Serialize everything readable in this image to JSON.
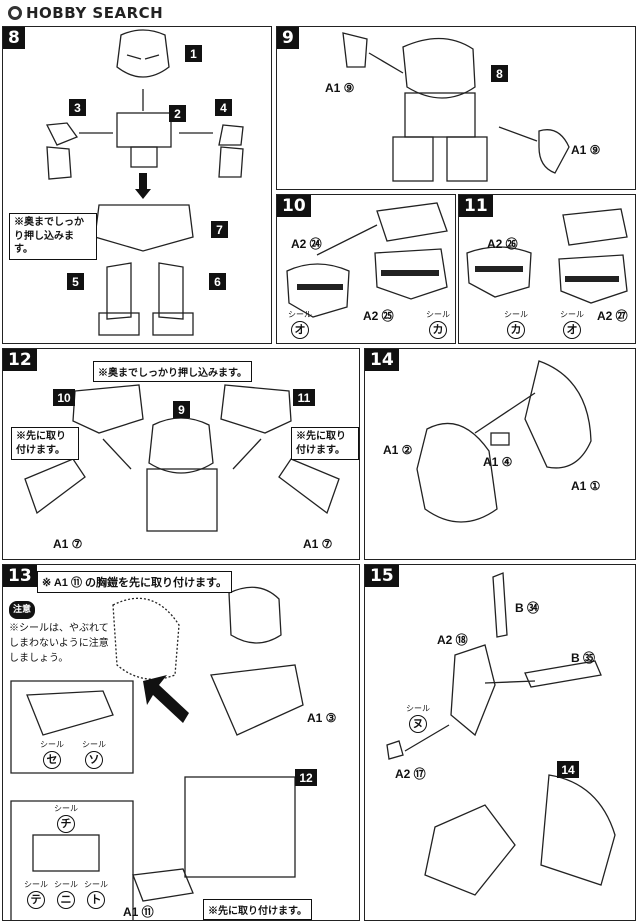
{
  "brand": {
    "name": "HOBBY SEARCH"
  },
  "steps": {
    "s8": {
      "num": "8",
      "callouts": [
        "1",
        "2",
        "3",
        "4",
        "5",
        "6",
        "7"
      ],
      "note": "※奥までしっかり押し込みます。"
    },
    "s9": {
      "num": "9",
      "callout": "8",
      "parts": [
        "A1 ⑨",
        "A1 ⑨"
      ]
    },
    "s10": {
      "num": "10",
      "parts": [
        "A2 ㉔",
        "A2 ㉕"
      ],
      "seals": [
        {
          "label": "シール",
          "char": "オ"
        },
        {
          "label": "シール",
          "char": "カ"
        }
      ]
    },
    "s11": {
      "num": "11",
      "parts": [
        "A2 ㉖",
        "A2 ㉗"
      ],
      "seals": [
        {
          "label": "シール",
          "char": "カ"
        },
        {
          "label": "シール",
          "char": "オ"
        }
      ]
    },
    "s12": {
      "num": "12",
      "callouts": [
        "10",
        "9",
        "11"
      ],
      "top_note": "※奥までしっかり押し込みます。",
      "side_note": "※先に取り付けます。",
      "parts": [
        "A1 ⑦",
        "A1 ⑦"
      ]
    },
    "s13": {
      "num": "13",
      "header_note": "※ A1 ⑪ の胸鎧を先に取り付けます。",
      "caution_badge": "注意",
      "caution_text": "※シールは、やぶれてしまわないように注意しましょう。",
      "callout": "12",
      "parts": [
        "A1 ③",
        "A1 ⑪"
      ],
      "bottom_note": "※先に取り付けます。",
      "seals": [
        {
          "label": "シール",
          "char": "セ"
        },
        {
          "label": "シール",
          "char": "ソ"
        },
        {
          "label": "シール",
          "char": "チ"
        },
        {
          "label": "シール",
          "char": "テ"
        },
        {
          "label": "シール",
          "char": "ニ"
        },
        {
          "label": "シール",
          "char": "ト"
        }
      ]
    },
    "s14": {
      "num": "14",
      "parts": [
        "A1 ②",
        "A1 ④",
        "A1 ①"
      ]
    },
    "s15": {
      "num": "15",
      "parts": [
        "B ㉞",
        "A2 ⑱",
        "B ㉟",
        "A2 ⑰"
      ],
      "seal": {
        "label": "シール",
        "char": "ヌ"
      },
      "callout": "14"
    }
  }
}
